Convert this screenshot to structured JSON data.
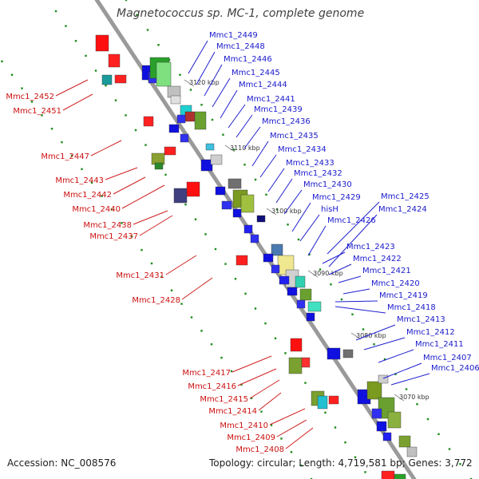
{
  "title": "Magnetococcus sp. MC-1, complete genome",
  "footer": {
    "accession": "Accession: NC_008576",
    "topology": "Topology: circular; Length: 4,719,581 bp; Genes: 3,772"
  },
  "colors": {
    "plus_strand": "#0000c8",
    "minus_strand": "#c80000",
    "backbone": "#808080",
    "dots": "#1a8c1a"
  },
  "ticks": [
    "3120 kbp",
    "3110 kbp",
    "3100 kbp",
    "3090 kbp",
    "3080 kbp",
    "3070 kbp"
  ],
  "labels_plus": [
    "Mmc1_2449",
    "Mmc1_2448",
    "Mmc1_2446",
    "Mmc1_2445",
    "Mmc1_2444",
    "Mmc1_2441",
    "Mmc1_2439",
    "Mmc1_2436",
    "Mmc1_2435",
    "Mmc1_2434",
    "Mmc1_2433",
    "Mmc1_2432",
    "Mmc1_2430",
    "Mmc1_2429",
    "hisH",
    "Mmc1_2426",
    "Mmc1_2425",
    "Mmc1_2424",
    "Mmc1_2423",
    "Mmc1_2422",
    "Mmc1_2421",
    "Mmc1_2420",
    "Mmc1_2419",
    "Mmc1_2418",
    "Mmc1_2413",
    "Mmc1_2412",
    "Mmc1_2411",
    "Mmc1_2407",
    "Mmc1_2406"
  ],
  "labels_minus": [
    "Mmc1_2452",
    "Mmc1_2451",
    "Mmc1_2447",
    "Mmc1_2443",
    "Mmc1_2442",
    "Mmc1_2440",
    "Mmc1_2438",
    "Mmc1_2437",
    "Mmc1_2431",
    "Mmc1_2428",
    "Mmc1_2417",
    "Mmc1_2416",
    "Mmc1_2415",
    "Mmc1_2414",
    "Mmc1_2410",
    "Mmc1_2409",
    "Mmc1_2408"
  ]
}
